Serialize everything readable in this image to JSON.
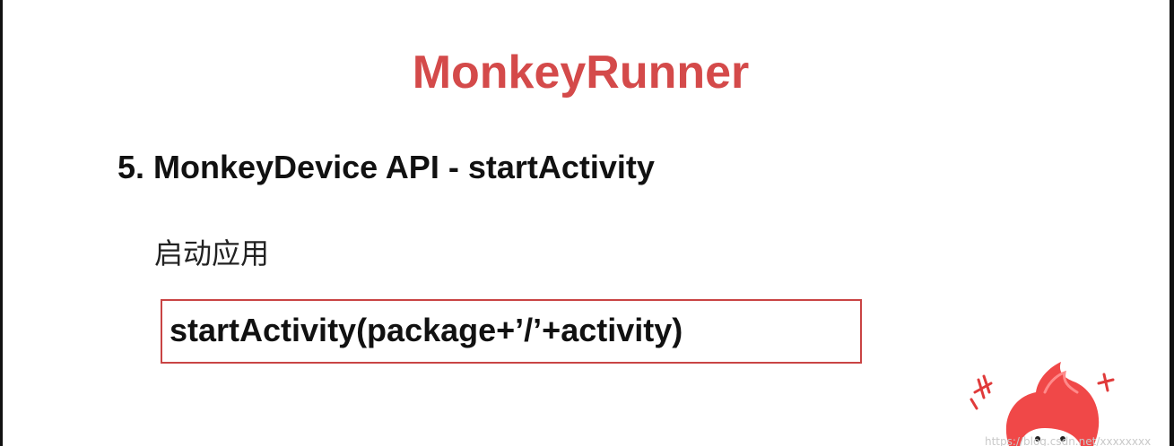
{
  "slide": {
    "title": "MonkeyRunner",
    "heading": "5. MonkeyDevice API - startActivity",
    "description": "启动应用",
    "code": "startActivity(package+’/’+activity)"
  },
  "colors": {
    "title": "#d44a4a",
    "box_border": "#c94444",
    "text": "#111111",
    "mascot": "#f04848"
  },
  "mascot": {
    "icon": "flame-hair-character-icon"
  }
}
